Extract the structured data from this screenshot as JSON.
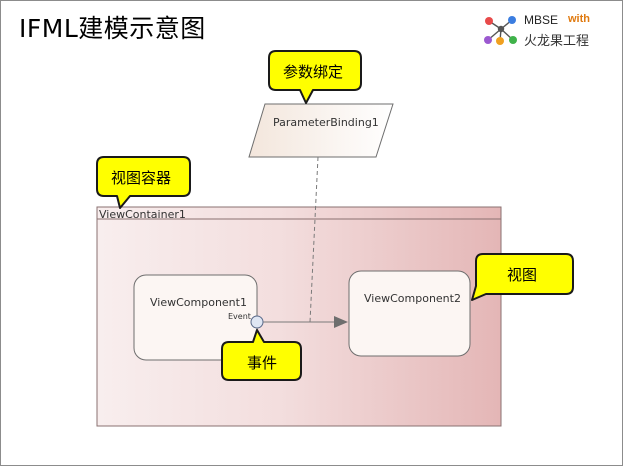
{
  "title": "IFML建模示意图",
  "logo": {
    "mbse": "MBSE",
    "with": "with",
    "subtitle": "火龙果工程"
  },
  "container": {
    "name": "ViewContainer1"
  },
  "parameter_binding": {
    "name": "ParameterBinding1"
  },
  "components": [
    {
      "name": "ViewComponent1",
      "event_label": "Event"
    },
    {
      "name": "ViewComponent2"
    }
  ],
  "callouts": {
    "parameter_binding": "参数绑定",
    "view_container": "视图容器",
    "view": "视图",
    "event": "事件"
  },
  "colors": {
    "callout_fill": "#ffff00",
    "callout_border": "#1a1a1a",
    "container_fill_light": "#f7e9e9",
    "container_fill_dark": "#e6b8b8",
    "component_fill": "#fcf6f3",
    "event_circle_fill": "#dfe6f3",
    "logo_orange": "#e07a10"
  }
}
